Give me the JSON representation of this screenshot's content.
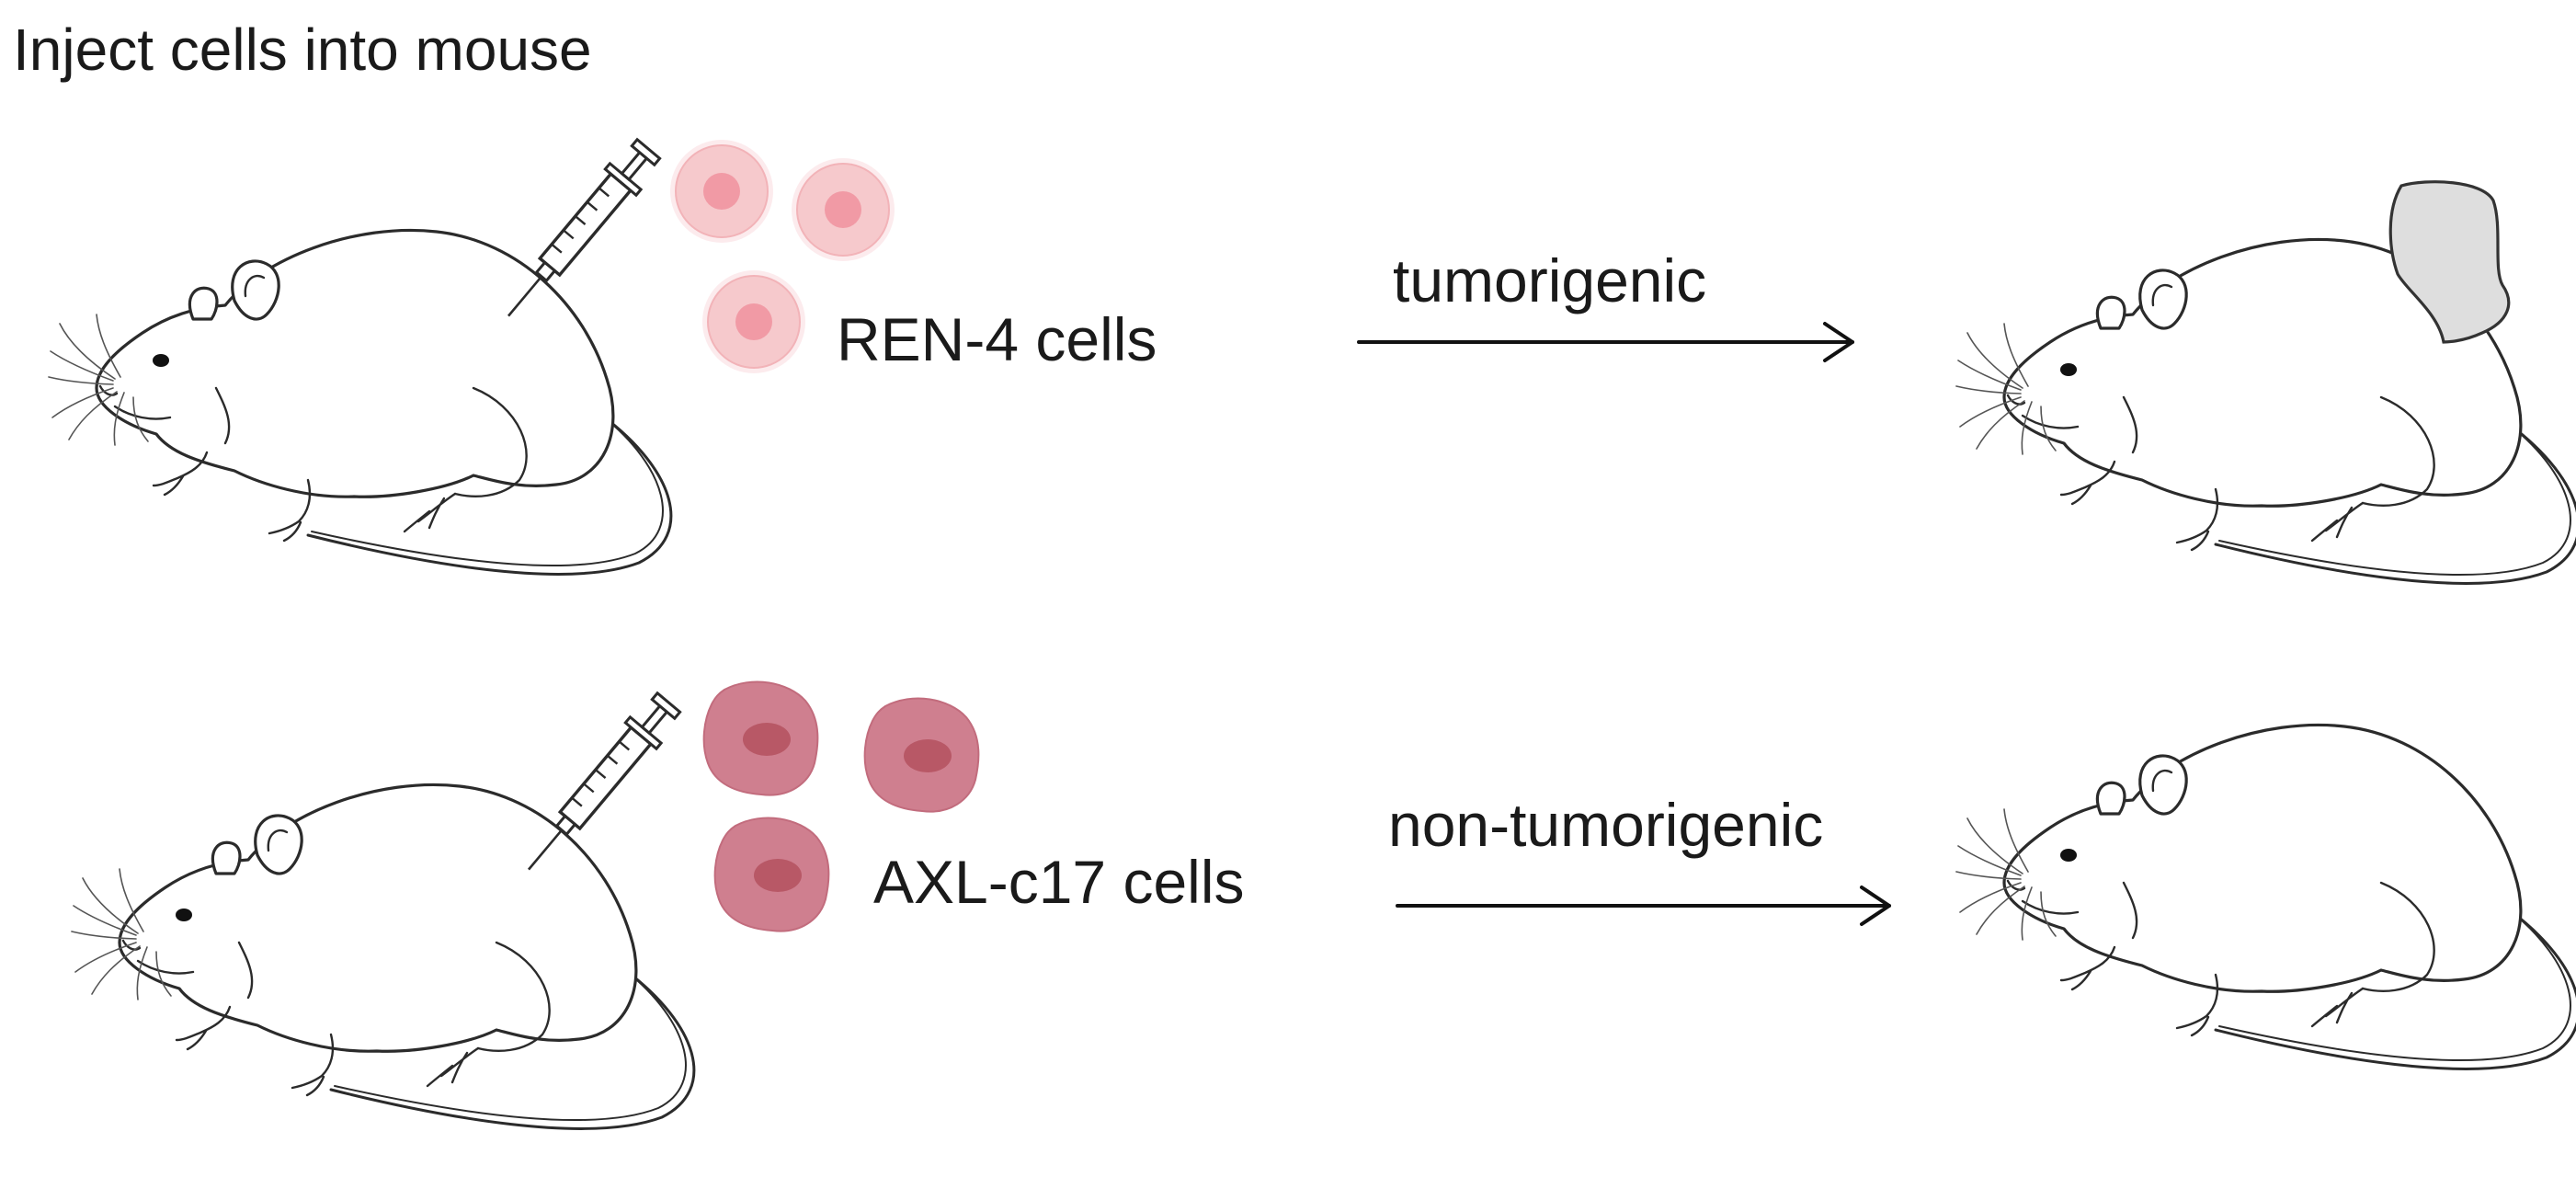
{
  "title": "Inject cells into mouse",
  "rows": [
    {
      "cell_label": "REN-4 cells",
      "outcome": "tumorigenic",
      "cell_color": "#f6c9cc",
      "nucleus_color": "#f19aa5"
    },
    {
      "cell_label": "AXL-c17 cells",
      "outcome": "non-tumorigenic",
      "cell_color": "#cf7f8f",
      "nucleus_color": "#b85866"
    }
  ],
  "tumor_color": "#dedede",
  "icons": [
    "syringe-icon",
    "mouse-icon",
    "cell-icon",
    "arrow-icon",
    "tumor-icon"
  ]
}
